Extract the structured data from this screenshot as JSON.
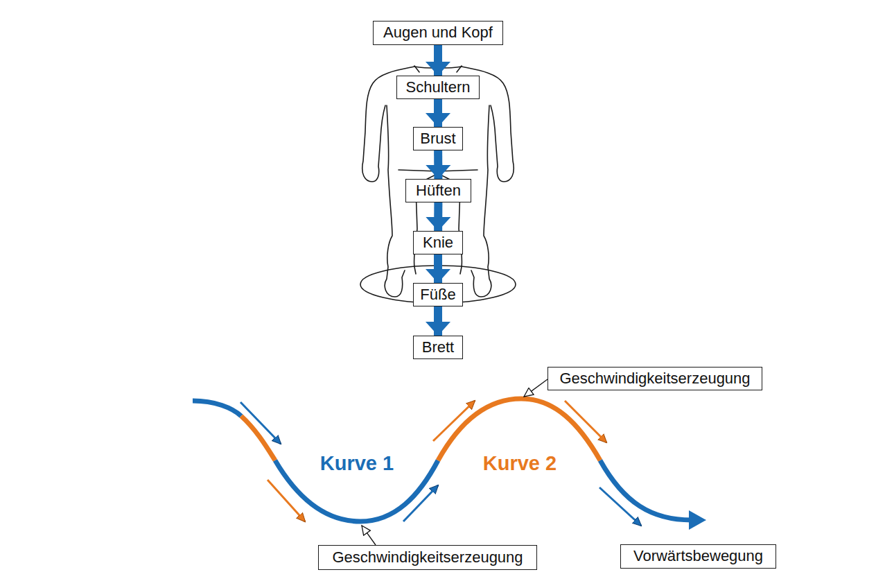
{
  "diagram": {
    "nodes": [
      {
        "text": [
          "Augen und Kopf"
        ]
      },
      {
        "text": [
          "Schultern"
        ]
      },
      {
        "text": [
          "Brust"
        ]
      },
      {
        "text": [
          "Hüften"
        ]
      },
      {
        "text": [
          "Knie"
        ]
      },
      {
        "text": [
          "Füße"
        ]
      },
      {
        "text": [
          "Brett"
        ]
      },
      {
        "text": [
          "Geschwindigkeitserzeugung"
        ]
      },
      {
        "text": [
          "Geschwindigkeitserzeugung"
        ]
      },
      {
        "text": [
          "Vorwärtsbewegung"
        ]
      }
    ],
    "edges": [
      {
        "from": 0,
        "to": 1,
        "arrow": "to"
      },
      {
        "from": 1,
        "to": 2,
        "arrow": "to"
      },
      {
        "from": 2,
        "to": 3,
        "arrow": "to"
      },
      {
        "from": 3,
        "to": 4,
        "arrow": "to"
      },
      {
        "from": 4,
        "to": 5,
        "arrow": "to"
      },
      {
        "from": 5,
        "to": 6,
        "arrow": "to"
      }
    ],
    "labels": [
      "Kurve 1",
      "Kurve 2"
    ]
  }
}
